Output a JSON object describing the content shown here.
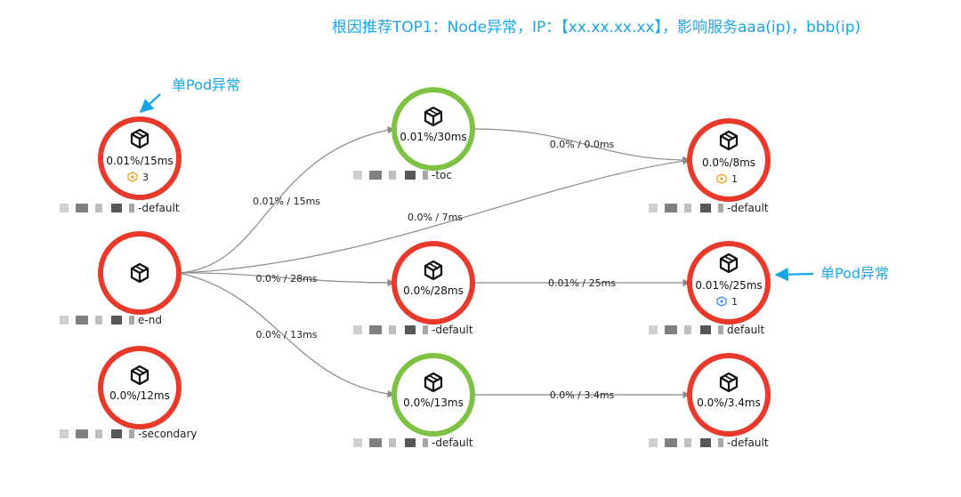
{
  "headline": "根因推荐TOP1：Node异常，IP：【xx.xx.xx.xx】，影响服务aaa(ip)，bbb(ip)",
  "callouts": {
    "top_left": "单Pod异常",
    "right": "单Pod异常"
  },
  "colors": {
    "abnormal_ring": "#e8392a",
    "healthy_ring": "#7dc242",
    "callout": "#19a6e6",
    "edge": "#8a8a8a",
    "pod_icon_orange": "#f0a020",
    "pod_icon_blue": "#3a8ee6"
  },
  "nodes": [
    {
      "id": "n1",
      "status": "abnormal",
      "metric": "0.01%/15ms",
      "pods": "3",
      "pod_icon": "pod-warning-icon",
      "name": "-default"
    },
    {
      "id": "n2",
      "status": "abnormal",
      "metric": "",
      "pods": "",
      "name": "e-nd"
    },
    {
      "id": "n3",
      "status": "abnormal",
      "metric": "0.0%/12ms",
      "pods": "",
      "name": "-secondary"
    },
    {
      "id": "n4",
      "status": "healthy",
      "metric": "0.01%/30ms",
      "pods": "",
      "name": "-toc"
    },
    {
      "id": "n5",
      "status": "abnormal",
      "metric": "0.0%/28ms",
      "pods": "",
      "name": "-default"
    },
    {
      "id": "n6",
      "status": "healthy",
      "metric": "0.0%/13ms",
      "pods": "",
      "name": "-default"
    },
    {
      "id": "n7",
      "status": "abnormal",
      "metric": "0.0%/8ms",
      "pods": "1",
      "pod_icon": "pod-warning-icon",
      "name": "-default"
    },
    {
      "id": "n8",
      "status": "abnormal",
      "metric": "0.01%/25ms",
      "pods": "1",
      "pod_icon": "pod-info-icon",
      "name": "default"
    },
    {
      "id": "n9",
      "status": "abnormal",
      "metric": "0.0%/3.4ms",
      "pods": "",
      "name": "-default"
    }
  ],
  "edges": [
    {
      "from": "n2",
      "to": "n4",
      "label": "0.01% / 15ms"
    },
    {
      "from": "n2",
      "to": "n7",
      "label": "0.0% / 7ms"
    },
    {
      "from": "n2",
      "to": "n5",
      "label": "0.0% / 28ms"
    },
    {
      "from": "n2",
      "to": "n6",
      "label": "0.0% / 13ms"
    },
    {
      "from": "n4",
      "to": "n7",
      "label": "0.0% / 0.0ms"
    },
    {
      "from": "n5",
      "to": "n8",
      "label": "0.01% / 25ms"
    },
    {
      "from": "n6",
      "to": "n9",
      "label": "0.0% / 3.4ms"
    }
  ]
}
